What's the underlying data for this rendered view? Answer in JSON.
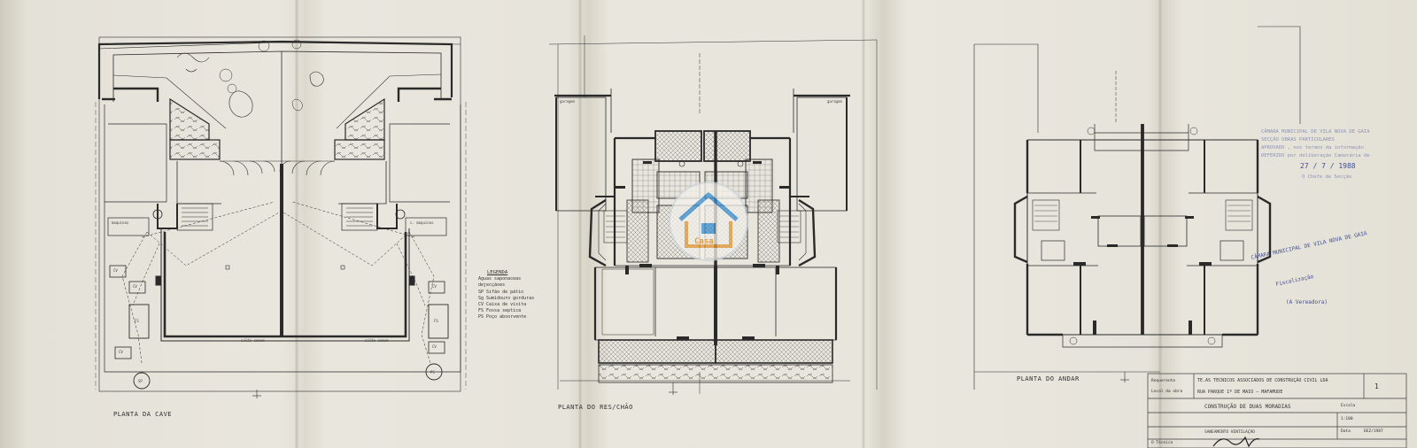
{
  "plans": [
    {
      "id": "cave",
      "title": "PLANTA DA CAVE"
    },
    {
      "id": "res",
      "title": "PLANTA DO RES/CHÃO"
    },
    {
      "id": "andar",
      "title": "PLANTA DO ANDAR"
    }
  ],
  "room_labels": {
    "maquinas_left": "maquinas",
    "maquinas_right": "c. maquinas",
    "salao_left": "salão comum",
    "salao_right": "salão comum",
    "garagem_left": "garagem",
    "garagem_right": "garagem",
    "cv": "CV",
    "fs": "FS",
    "sp": "SP",
    "ps": "PS"
  },
  "legend": {
    "title": "LEGENDA",
    "items": [
      "Aguas saponaceas",
      "dejecçãoes",
      "SP Sifão de pátio",
      "Sg Sumidouro gorduras",
      "CV Caixa de visita",
      "FS Fossa septica",
      "PS Poço absorvente"
    ]
  },
  "title_block": {
    "requerente_label": "Requerente",
    "local_label": "Local da obra",
    "company": "TE.AS  TECNICOS ASSOCIADOS DE CONSTRUÇÃO CIVIL LDA",
    "address": "RUA PARQUE 1º DE MAIO — MAFAMUDE",
    "project": "CONSTRUÇÃO DE DUAS MORADIAS",
    "subject": "SANEAMENTO  VENTILAÇÃO",
    "tecnico_label": "O Técnico",
    "escala_label": "Escala",
    "escala": "1:100",
    "data_label": "Data",
    "data": "DEZ/1987",
    "sheet_no": "1"
  },
  "stamps": {
    "s1_line1": "CÂMARA MUNICIPAL DE VILA NOVA DE GAIA",
    "s1_line2": "SECÇÃO OBRAS PARTICULARES",
    "s1_line3": "APROVADO , nos termos da informação",
    "s1_line4": "DEFERIDO  por deliberação Camarária de",
    "s1_date": "27 / 7 / 1988",
    "s1_line5": "O Chefe de Secção",
    "s2_line1": "CÂMARA MUNICIPAL DE VILA NOVA DE GAIA",
    "s2_line2": "Fiscalização",
    "s2_line3": "(A Vereadora)",
    "watermark_text": "Casa"
  },
  "colors": {
    "ink": "#2a2a2a",
    "stamp_pale": "#8d93b6",
    "stamp_dark": "#3e4e9c",
    "watermark_orange": "#e59a3a",
    "watermark_blue": "#3a8fd1"
  }
}
